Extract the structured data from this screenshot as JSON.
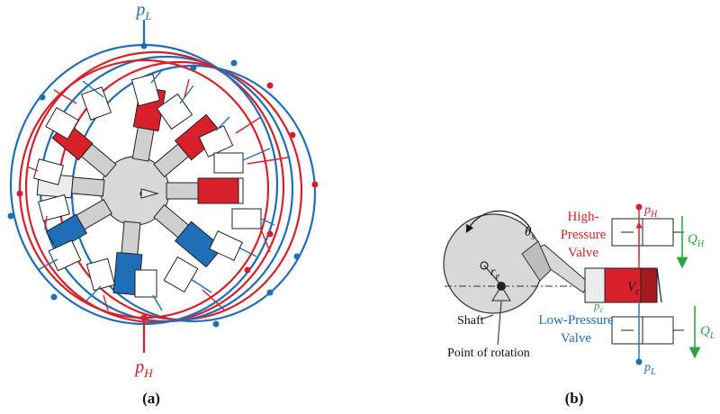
{
  "colors": {
    "high": "#d8202a",
    "low": "#1f6fb8",
    "flow": "#27a844",
    "body": "#d8d8d8",
    "ink": "#1a1a1a"
  },
  "panel_a": {
    "caption": "(a)",
    "pl_main": "p",
    "pl_sub": "L",
    "ph_main": "p",
    "ph_sub": "H"
  },
  "panel_b": {
    "caption": "(b)",
    "theta_main": "θ",
    "theta_sub": "s",
    "re_main": "r",
    "re_sub": "e",
    "high_valve_line1": "High-",
    "high_valve_line2": "Pressure",
    "high_valve_line3": "Valve",
    "low_valve_line1": "Low-Pressure",
    "low_valve_line2": "Valve",
    "ph_main": "p",
    "ph_sub": "H",
    "pc_main": "p",
    "pc_sub": "c",
    "vc_main": "V",
    "vc_sub": "c",
    "qh_main": "Q",
    "qh_sub": "H",
    "ql_main": "Q",
    "ql_sub": "L",
    "pl_main": "p",
    "pl_sub": "L",
    "shaft_label": "Shaft",
    "rotation_label": "Point of rotation"
  }
}
